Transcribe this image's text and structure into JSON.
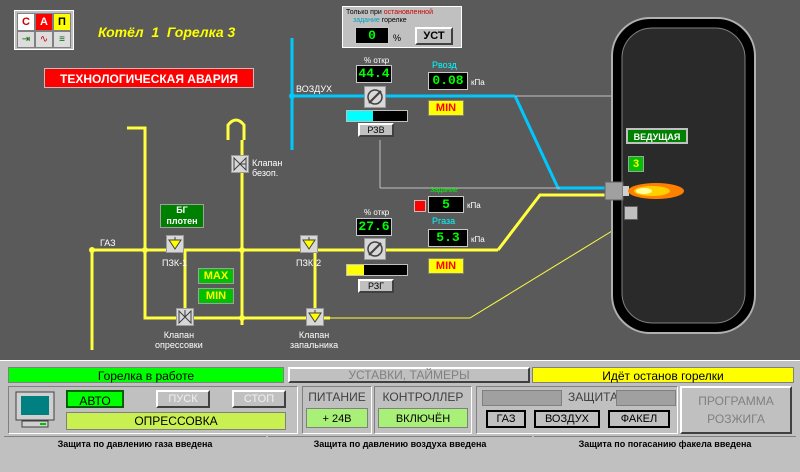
{
  "header": {
    "title": "Котёл  1  Горелка 3",
    "alarm": "ТЕХНОЛОГИЧЕСКАЯ АВАРИЯ",
    "toolbar_letters": [
      "С",
      "А",
      "П"
    ]
  },
  "setpoint_box": {
    "note_line1": "Только при",
    "note_line1_red": "остановленной",
    "note_line2_cyan": "задание",
    "note_line2": "горелке",
    "value": "0",
    "unit": "%",
    "button": "УСТ"
  },
  "air": {
    "line_label": "ВОЗДУХ",
    "open_label": "% откр",
    "open_value": "44.4",
    "regulator": "РЗВ",
    "pressure_label": "Рвозд",
    "pressure_value": "0.08",
    "pressure_unit": "кПа",
    "alarm": "MIN"
  },
  "gas": {
    "line_label": "ГАЗ",
    "open_label": "% откр",
    "open_value": "27.6",
    "regulator": "РЗГ",
    "pressure_label": "Ргаза",
    "pressure_value": "5.3",
    "pressure_unit": "кПа",
    "alarm": "MIN",
    "task_label": "Задание",
    "task_value": "5",
    "task_unit": "кПа"
  },
  "valves": {
    "pzk1": "ПЗК-1",
    "pzk2": "ПЗК-2",
    "bezop": "Клапан\nбезоп.",
    "opressovki": "Клапан\nопрессовки",
    "zapalnika": "Клапан\nзапальника"
  },
  "indicators": {
    "bg_plotn_1": "БГ",
    "bg_plotn_2": "плотен",
    "max": "MAX",
    "min": "MIN",
    "leading": "ВЕДУЩАЯ",
    "burner_no": "3"
  },
  "status_bar": {
    "left": "Горелка в работе",
    "middle": "УСТАВКИ, ТАЙМЕРЫ",
    "right": "Идёт останов горелки"
  },
  "controls": {
    "auto": "АВТО",
    "start": "ПУСК",
    "stop": "СТОП",
    "pressure_test": "ОПРЕССОВКА",
    "power_title": "ПИТАНИЕ",
    "power_value": "+ 24В",
    "controller_title": "КОНТРОЛЛЕР",
    "controller_value": "ВКЛЮЧЁН",
    "protection_title": "ЗАЩИТА",
    "prot_gas": "ГАЗ",
    "prot_air": "ВОЗДУХ",
    "prot_flame": "ФАКЕЛ",
    "ignition_1": "ПРОГРАММА",
    "ignition_2": "РОЗЖИГА"
  },
  "messages": [
    "Защита по давлению газа введена",
    "Защита по давлению воздуха введена",
    "Защита по погасанию факела введена"
  ],
  "colors": {
    "gas_line": "#ffff40",
    "air_line": "#00c8ff",
    "status_green": "#00ff00",
    "status_yellow": "#ffff00",
    "alarm_red": "#ff0000"
  }
}
